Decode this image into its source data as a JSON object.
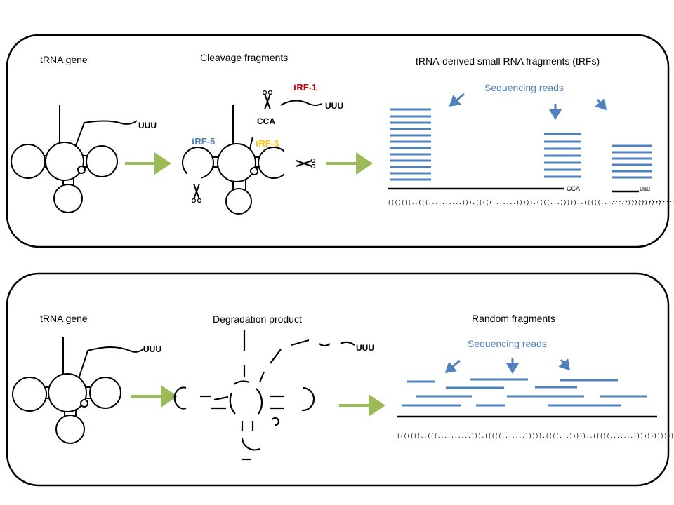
{
  "colors": {
    "read": "#4f81bd",
    "green_arrow": "#9bbb59",
    "trf1": "#c00000",
    "trf5": "#4f81bd",
    "trf3": "#ffc000"
  },
  "top_panel": {
    "trna_gene_label": "tRNA gene",
    "uuu_gene": "UUU",
    "cleavage_label": "Cleavage fragments",
    "trf1_label": "tRF-1",
    "uuu_trf1": "UUU",
    "cca_label": "CCA",
    "trf5_label": "tRF-5",
    "trf3_label": "tRF-3",
    "trfs_title": "tRNA-derived small RNA fragments  (tRFs)",
    "sequencing_reads": "Sequencing reads",
    "cca_ref": "CCA",
    "uuu_ref": "uuu",
    "dot_bracket": "(((((((..(((..........))).(((((.......))))).((((...)))))..(((((.......))))))))))))",
    "dots_tail": "....................."
  },
  "bottom_panel": {
    "trna_gene_label": "tRNA gene",
    "uuu_gene": "UUU",
    "degradation_label": "Degradation product",
    "uuu_degr": "UUU",
    "random_label": "Random fragments",
    "sequencing_reads": "Sequencing reads",
    "dot_bracket": "(((((((..(((..........))).(((((.......))))).((((...)))))..(((((.......)))))))))))).................................."
  }
}
